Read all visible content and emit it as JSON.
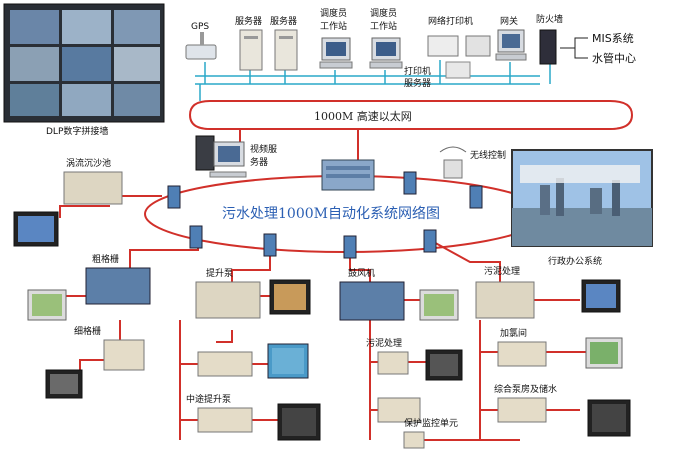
{
  "diagram": {
    "title": "污水处理1000M自动化系统网络图",
    "backbone": "1000M 高速以太网",
    "labels": {
      "video_wall": "DLP数字拼接墙",
      "gps": "GPS",
      "server1": "服务器",
      "server2": "服务器",
      "dispatch1_a": "调度员",
      "dispatch1_b": "工作站",
      "dispatch2_a": "调度员",
      "dispatch2_b": "工作站",
      "net_printer": "网络打印机",
      "gateway": "网关",
      "firewall": "防火墙",
      "mis": "MIS系统",
      "water_center": "水管中心",
      "print_server_a": "打印机",
      "print_server_b": "服务器",
      "video_server_a": "视频服",
      "video_server_b": "务器",
      "wireless": "无线控制",
      "sedimentation": "涡流沉沙池",
      "office": "行政办公系统",
      "coarse_screen": "粗格栅",
      "fine_screen": "细格栅",
      "lift_pump": "提升泵",
      "blower": "鼓风机",
      "sludge1": "污泥处理",
      "sludge2": "污泥处理",
      "dosing": "加氯间",
      "mid_lift": "中途提升泵",
      "protection": "保护监控单元",
      "pump_storage": "综合泵房及储水"
    }
  }
}
